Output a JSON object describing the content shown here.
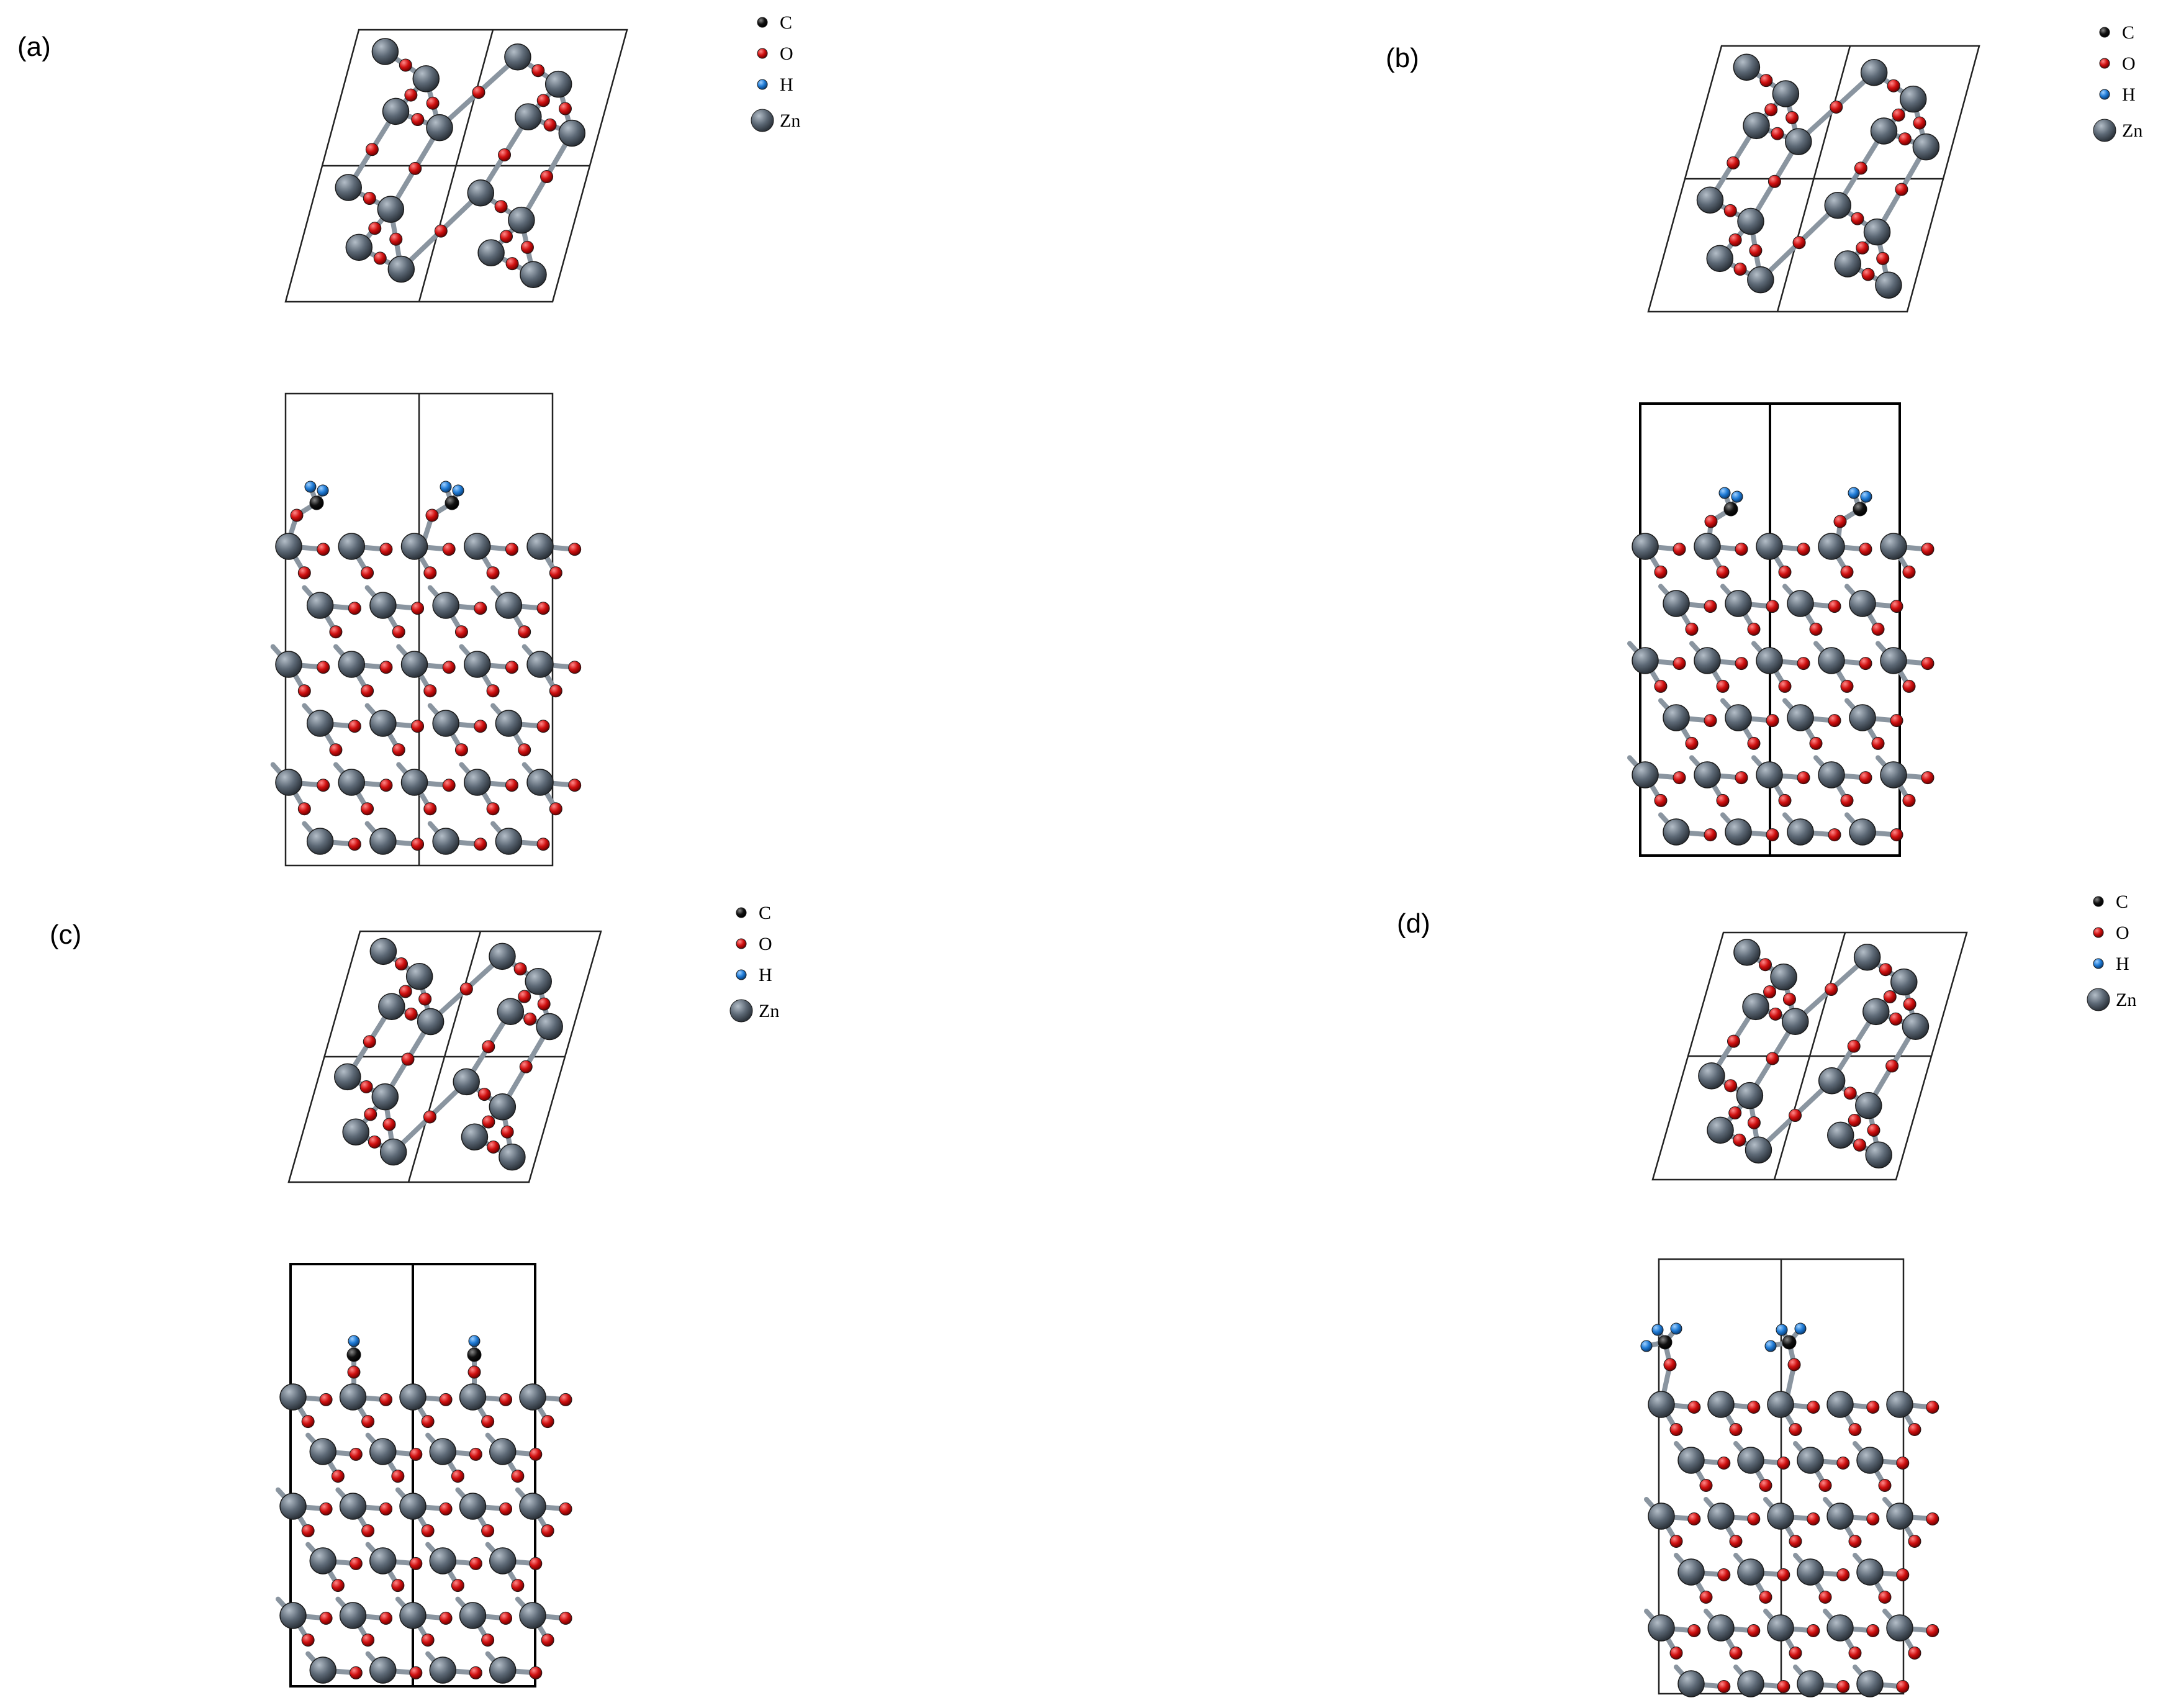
{
  "panels": [
    {
      "id": "a",
      "label": "(a)"
    },
    {
      "id": "b",
      "label": "(b)"
    },
    {
      "id": "c",
      "label": "(c)"
    },
    {
      "id": "d",
      "label": "(d)"
    }
  ],
  "legend": [
    {
      "symbol": "C",
      "label": "C",
      "color": "#111111"
    },
    {
      "symbol": "O",
      "label": "O",
      "color": "#d01010"
    },
    {
      "symbol": "H",
      "label": "H",
      "color": "#1f7bd6"
    },
    {
      "symbol": "Zn",
      "label": "Zn",
      "color": "#5d6976"
    }
  ],
  "colors": {
    "zn": "#5d6976",
    "o": "#d01010",
    "h": "#1f7bd6",
    "c": "#111111",
    "bond": "#8a95a0"
  },
  "adsorbates": {
    "a": "CH2O",
    "b": "CH2O",
    "c": "HCO",
    "d": "CH3O"
  }
}
